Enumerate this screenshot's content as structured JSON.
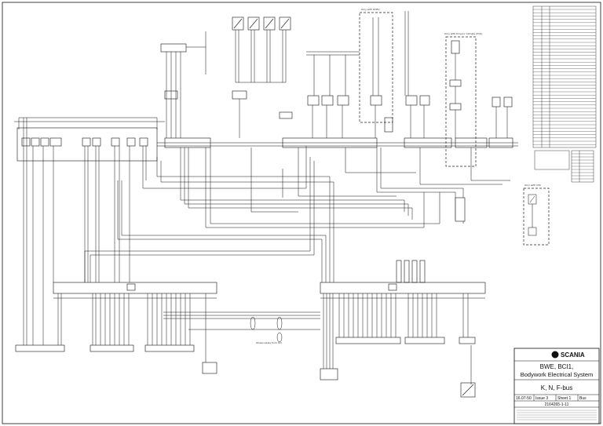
{
  "title_block": {
    "brand": "SCANIA",
    "line1": "BWE, BCI1,",
    "line2": "Bodywork Electrical System",
    "line3": "K, N, F-bus",
    "date": "16.07-50",
    "issue": "Issue 3",
    "sheet": "Sheet 1",
    "sheet_of": "Bus",
    "drawing_number": "2164265-1-11"
  },
  "zone_labels": {
    "top_dashed_box": "Only with RHEV",
    "right_dashed_box": "Only with Drivers' Climate (PCS)",
    "right_side_box": "Only with OTC",
    "cable_note": "Wires/cables from Ind"
  },
  "colors": {
    "line": "#111111",
    "dashed": "#222222",
    "paper": "#ffffff"
  }
}
